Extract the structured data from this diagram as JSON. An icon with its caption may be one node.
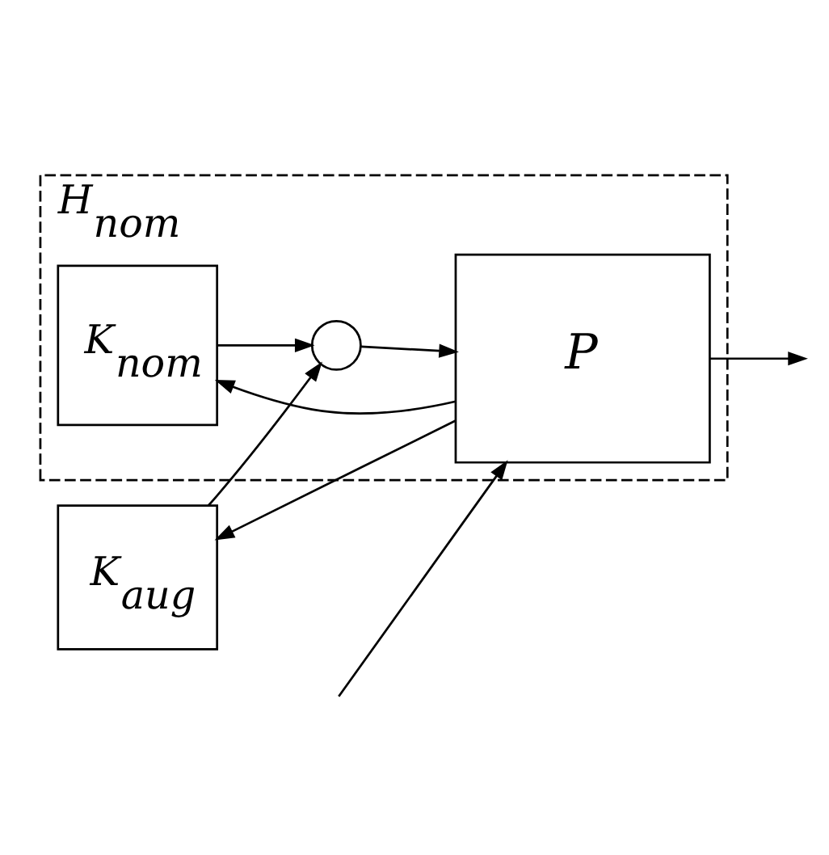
{
  "diagram": {
    "nodes": [
      {
        "text": [
          "H$_{nom}$"
        ]
      },
      {
        "text": [
          "P"
        ],
        "in": 0
      },
      {
        "text": [
          "K$_{nom}$"
        ],
        "in": 0
      },
      {
        "text": [],
        "shape": "circle",
        "in": 0
      },
      {
        "text": [
          "K$_{aug}$"
        ]
      }
    ],
    "edges": [
      {
        "from": null,
        "to": 1,
        "arrow": "to"
      },
      {
        "from": 1,
        "to": null,
        "arrow": "to"
      },
      {
        "from": 1,
        "to": 2,
        "arrow": "to"
      },
      {
        "from": 1,
        "to": 4,
        "arrow": "to"
      },
      {
        "from": 2,
        "to": 3,
        "arrow": "to"
      },
      {
        "from": 4,
        "to": 3,
        "arrow": "to"
      },
      {
        "from": 3,
        "to": 1,
        "arrow": "to"
      }
    ]
  }
}
